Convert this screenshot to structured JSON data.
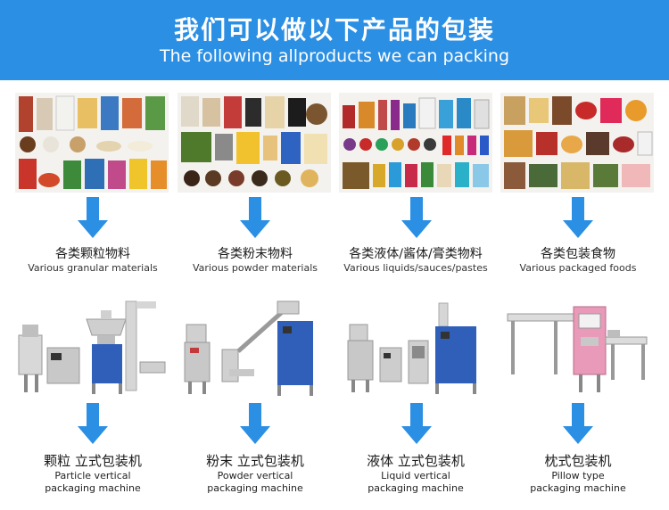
{
  "header": {
    "title_cn": "我们可以做以下产品的包装",
    "title_en": "The following allproducts we can packing"
  },
  "colors": {
    "banner": "#2b8fe4",
    "arrow": "#2b8fe4"
  },
  "columns": [
    {
      "material_cn": "各类颗粒物料",
      "material_en": "Various granular materials",
      "machine_cn": "颗粒 立式包装机",
      "machine_en_1": "Particle vertical",
      "machine_en_2": "packaging machine"
    },
    {
      "material_cn": "各类粉末物料",
      "material_en": "Various powder materials",
      "machine_cn": "粉末 立式包装机",
      "machine_en_1": "Powder vertical",
      "machine_en_2": "packaging machine"
    },
    {
      "material_cn": "各类液体/酱体/膏类物料",
      "material_en": "Various liquids/sauces/pastes",
      "machine_cn": "液体 立式包装机",
      "machine_en_1": "Liquid vertical",
      "machine_en_2": "packaging machine"
    },
    {
      "material_cn": "各类包装食物",
      "material_en": "Various packaged foods",
      "machine_cn": "枕式包装机",
      "machine_en_1": "Pillow type",
      "machine_en_2": "packaging machine"
    }
  ]
}
